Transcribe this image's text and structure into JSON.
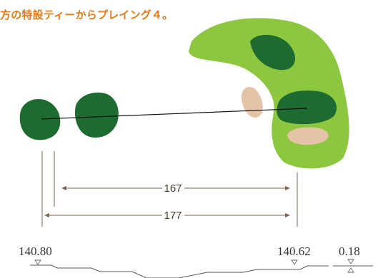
{
  "header": {
    "text": "方の特設ティーからプレイング４。"
  },
  "colors": {
    "accent_text": "#e07a1c",
    "fairway": "#8dc63f",
    "tee_green": "#1e6b32",
    "bunker": "#e5c3a6",
    "dimension_line": "#7a6650",
    "profile_line": "#555555"
  },
  "distances": {
    "short": "167",
    "long": "177"
  },
  "elevations": {
    "tee": "140.80",
    "green": "140.62",
    "difference": "0.18"
  },
  "icons": {
    "elevation_marker": "down-triangle-icon",
    "difference_marker": "up-down-triangle-icon"
  }
}
